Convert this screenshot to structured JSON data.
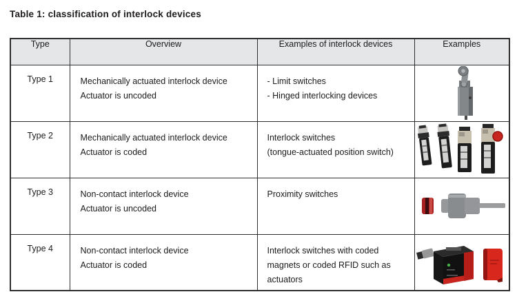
{
  "title": "Table 1: classification of interlock devices",
  "table": {
    "headers": {
      "type": "Type",
      "overview": "Overview",
      "examples_devices": "Examples of interlock devices",
      "examples": "Examples"
    },
    "rows": [
      {
        "type": "Type 1",
        "overview": [
          "Mechanically actuated interlock device",
          "Actuator is uncoded"
        ],
        "examples": [
          "- Limit switches",
          "- Hinged interlocking devices"
        ],
        "image": "limit-switch-with-roller-lever"
      },
      {
        "type": "Type 2",
        "overview": [
          "Mechanically actuated interlock device",
          "Actuator is coded"
        ],
        "examples": [
          "Interlock switches",
          "(tongue-actuated position switch)"
        ],
        "image": "tongue-actuated-interlock-switches"
      },
      {
        "type": "Type 3",
        "overview": [
          "Non-contact interlock device",
          "Actuator is uncoded"
        ],
        "examples": [
          "Proximity switches"
        ],
        "image": "proximity-switch-with-actuator"
      },
      {
        "type": "Type 4",
        "overview": [
          "Non-contact interlock device",
          "Actuator is coded"
        ],
        "examples": [
          "Interlock switches with coded",
          "magnets or coded RFID such as",
          "actuators"
        ],
        "image": "rfid-interlock-switch-with-actuator"
      }
    ]
  },
  "colors": {
    "header_bg": "#e5e6e7",
    "border": "#2d2d2d",
    "text": "#1a1a1a",
    "device_gray": "#898c8f",
    "device_black": "#1b1b1b",
    "device_tan": "#c9c1ae",
    "accent_red": "#c8251f"
  }
}
